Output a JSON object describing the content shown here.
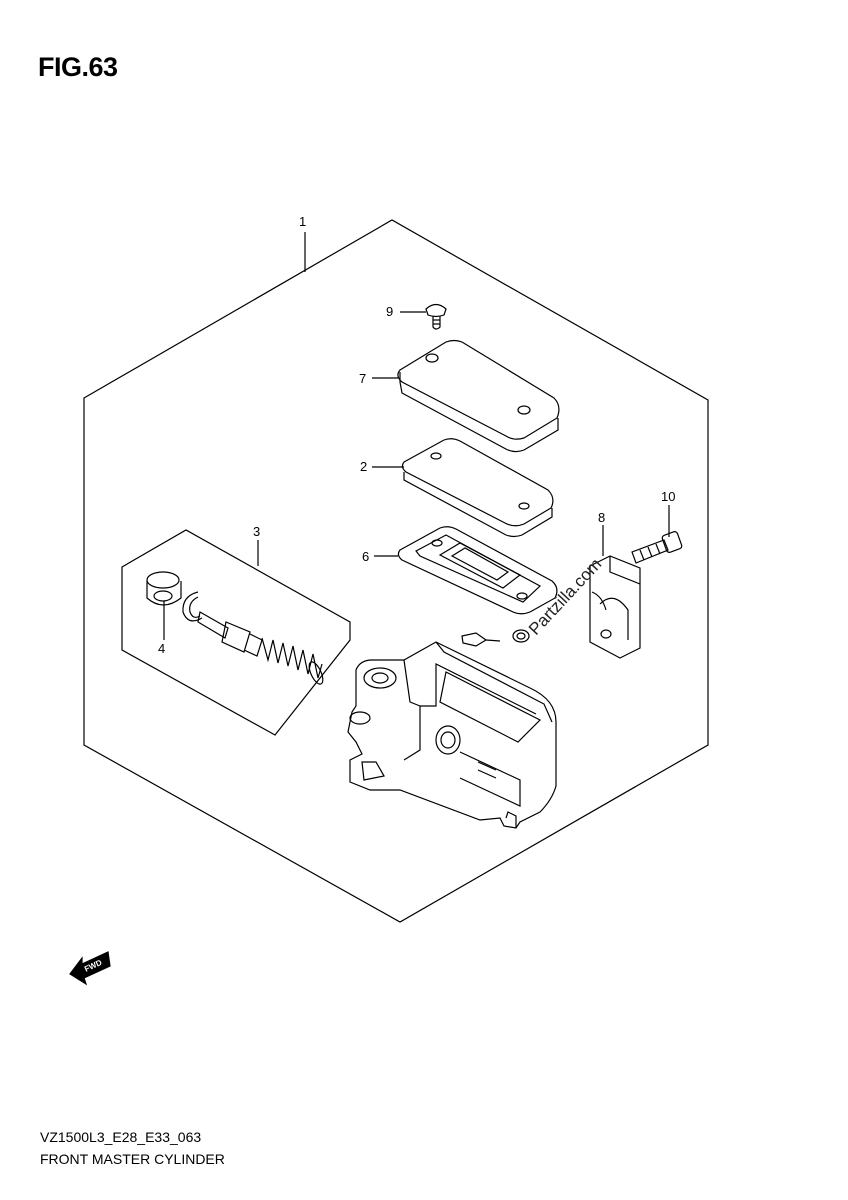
{
  "figure": {
    "title": "FIG.63"
  },
  "callouts": [
    {
      "id": "c1",
      "label": "1"
    },
    {
      "id": "c2",
      "label": "2"
    },
    {
      "id": "c3",
      "label": "3"
    },
    {
      "id": "c4",
      "label": "4"
    },
    {
      "id": "c6",
      "label": "6"
    },
    {
      "id": "c7",
      "label": "7"
    },
    {
      "id": "c8",
      "label": "8"
    },
    {
      "id": "c9",
      "label": "9"
    },
    {
      "id": "c10",
      "label": "10"
    }
  ],
  "arrow": {
    "label": "FWD"
  },
  "watermark": {
    "text": "Partzilla.com"
  },
  "footer": {
    "code": "VZ1500L3_E28_E33_063",
    "name": "FRONT MASTER CYLINDER"
  }
}
